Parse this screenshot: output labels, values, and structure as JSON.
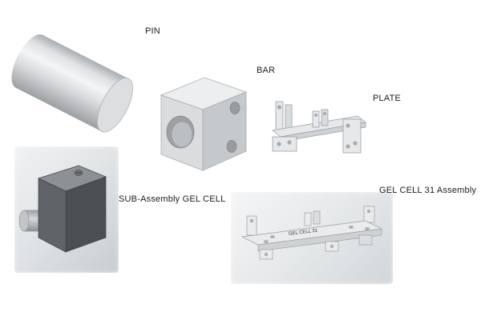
{
  "parts": {
    "pin": {
      "label": "PIN"
    },
    "bar": {
      "label": "BAR"
    },
    "plate": {
      "label": "PLATE"
    },
    "sub_assembly_gel_cell": {
      "label": "SUB-Assembly GEL CELL"
    },
    "gel_cell_31_assembly": {
      "label": "GEL CELL 31 Assembly",
      "marking": "GEL CELL 31"
    }
  },
  "colors": {
    "background": "#ffffff",
    "label_text": "#1c1c1c",
    "part_light": "#e9ebec",
    "part_mid": "#cfd2d4",
    "part_dark": "#5f6367",
    "panel_gradient_top": "#f0f2f3",
    "panel_gradient_bottom": "#c9cdd0"
  }
}
